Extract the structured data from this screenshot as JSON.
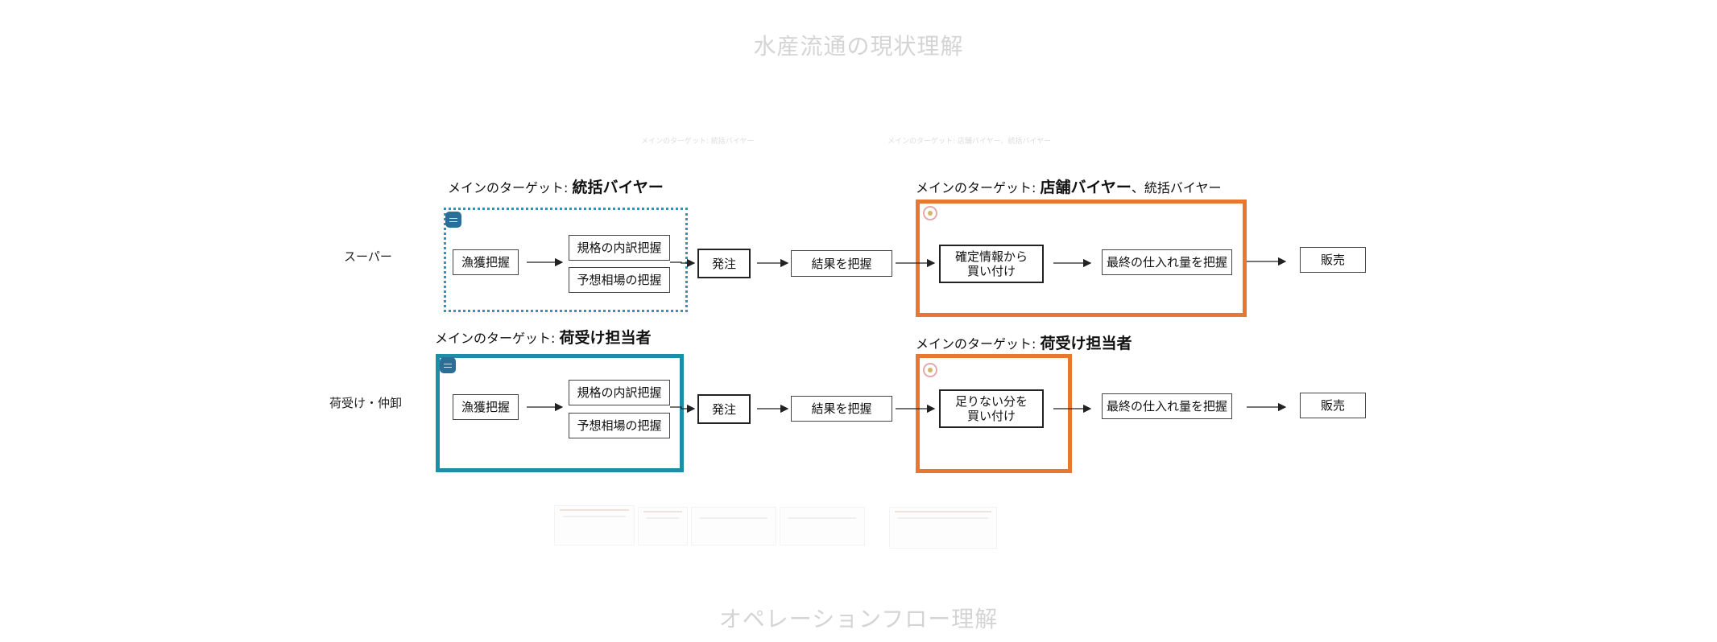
{
  "titles": {
    "top": "水産流通の現状理解",
    "bottom": "オペレーションフロー理解"
  },
  "faint_labels": {
    "left": "メインのターゲット: 統括バイヤー",
    "right": "メインのターゲット: 店舗バイヤー、統括バイヤー"
  },
  "row_labels": {
    "super": "スーパー",
    "receiving": "荷受け・仲卸"
  },
  "targets": {
    "row1_left_prefix": "メインのターゲット: ",
    "row1_left_bold": "統括バイヤー",
    "row1_right_prefix": "メインのターゲット: ",
    "row1_right_bold": "店舗バイヤー",
    "row1_right_suffix": "、統括バイヤー",
    "row2_left_prefix": "メインのターゲット: ",
    "row2_left_bold": "荷受け担当者",
    "row2_right_prefix": "メインのターゲット: ",
    "row2_right_bold": "荷受け担当者"
  },
  "row1": {
    "catch": "漁獲把握",
    "spec": "規格の内訳把握",
    "market": "予想相場の把握",
    "order": "発注",
    "result": "結果を把握",
    "buy": "確定情報から\n買い付け",
    "final": "最終の仕入れ量を把握",
    "sell": "販売"
  },
  "row2": {
    "catch": "漁獲把握",
    "spec": "規格の内訳把握",
    "market": "予想相場の把握",
    "order": "発注",
    "result": "結果を把握",
    "buy": "足りない分を\n買い付け",
    "final": "最終の仕入れ量を把握",
    "sell": "販売"
  },
  "colors": {
    "teal": "#1c8fa6",
    "orange": "#e8772f",
    "badge": "#2a6f98"
  },
  "icons": [
    "app-badge-icon",
    "user-badge-icon",
    "arrow-right-icon"
  ]
}
